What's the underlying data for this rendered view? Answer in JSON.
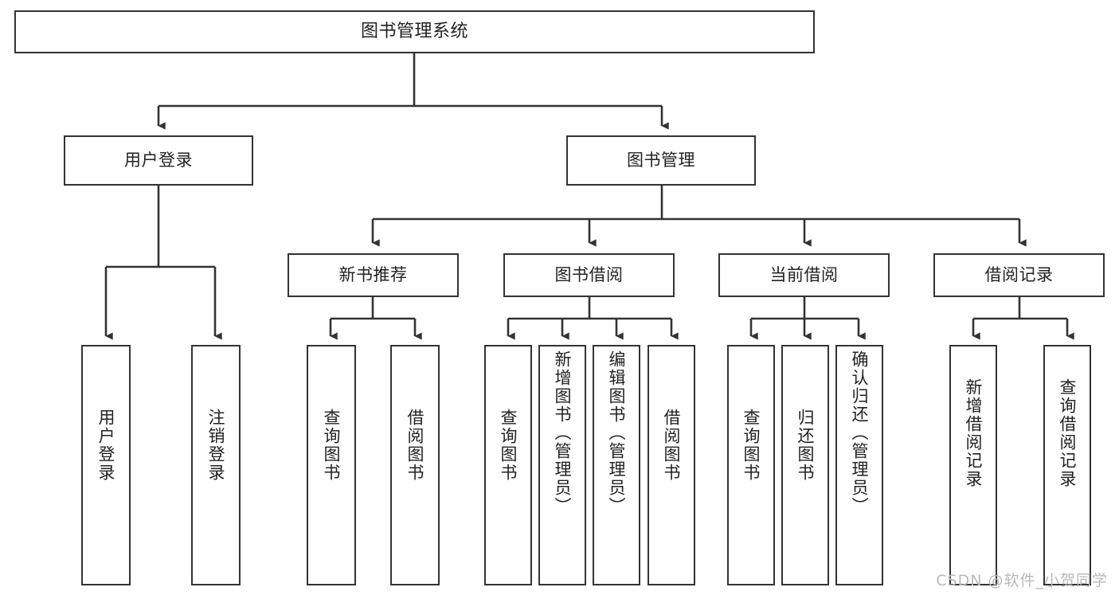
{
  "diagram": {
    "title": "图书管理系统",
    "type": "tree-hierarchy-diagram",
    "stroke_color": "#333333",
    "background_color": "#ffffff",
    "text_color": "#222222"
  },
  "root": {
    "label": "图书管理系统"
  },
  "level2": [
    {
      "label": "用户登录"
    },
    {
      "label": "图书管理"
    }
  ],
  "level3": [
    {
      "label": "新书推荐"
    },
    {
      "label": "图书借阅"
    },
    {
      "label": "当前借阅"
    },
    {
      "label": "借阅记录"
    }
  ],
  "leaves": {
    "user_login": [
      {
        "label": "用户登录"
      },
      {
        "label": "注销登录"
      }
    ],
    "new_book_recommend": [
      {
        "label": "查询图书"
      },
      {
        "label": "借阅图书"
      }
    ],
    "book_borrow": [
      {
        "label": "查询图书"
      },
      {
        "label": "新增图书（管理员）"
      },
      {
        "label": "编辑图书（管理员）"
      },
      {
        "label": "借阅图书"
      }
    ],
    "current_borrow": [
      {
        "label": "查询图书"
      },
      {
        "label": "归还图书"
      },
      {
        "label": "确认归还（管理员）"
      }
    ],
    "borrow_record": [
      {
        "label": "新增借阅记录"
      },
      {
        "label": "查询借阅记录"
      }
    ]
  },
  "watermark": {
    "text": "CSDN @软件_小贺同学"
  }
}
